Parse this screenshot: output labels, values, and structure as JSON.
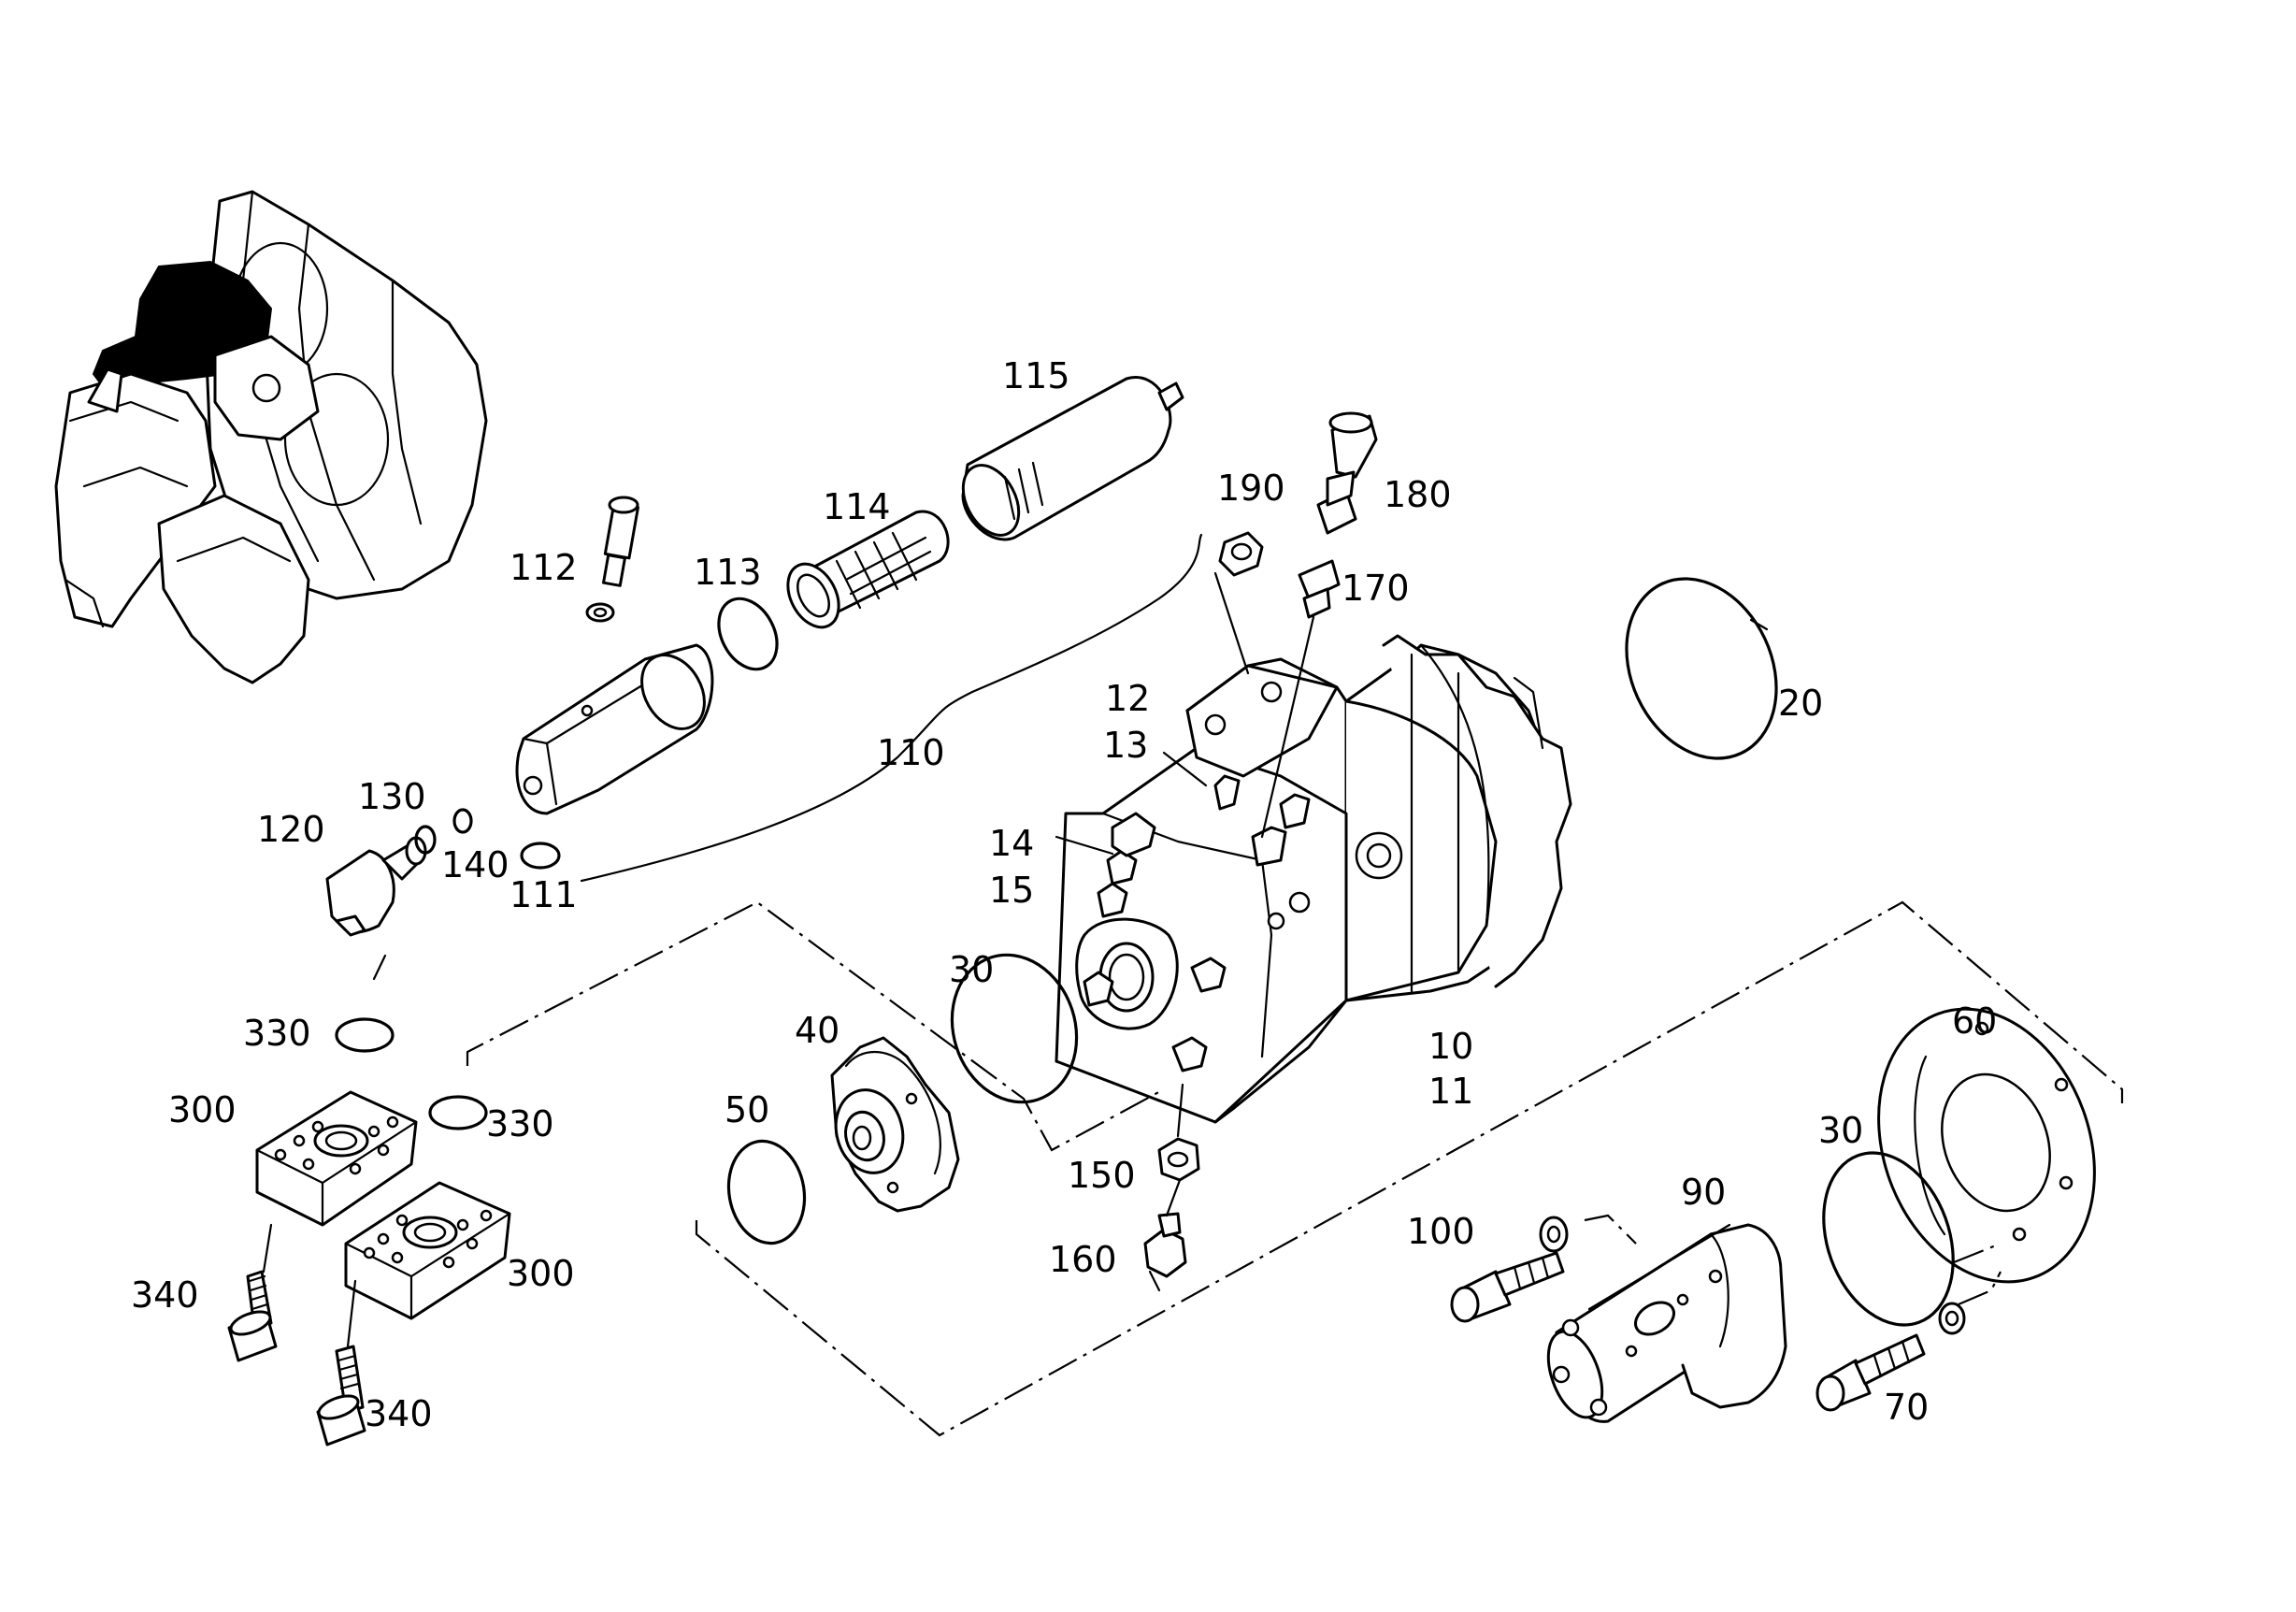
{
  "diagram": {
    "callouts": [
      {
        "id": "115",
        "label": "115"
      },
      {
        "id": "114",
        "label": "114"
      },
      {
        "id": "190",
        "label": "190"
      },
      {
        "id": "180",
        "label": "180"
      },
      {
        "id": "112",
        "label": "112"
      },
      {
        "id": "113",
        "label": "113"
      },
      {
        "id": "170",
        "label": "170"
      },
      {
        "id": "20",
        "label": "20"
      },
      {
        "id": "12",
        "label": "12"
      },
      {
        "id": "13",
        "label": "13"
      },
      {
        "id": "110",
        "label": "110"
      },
      {
        "id": "130",
        "label": "130"
      },
      {
        "id": "120",
        "label": "120"
      },
      {
        "id": "140",
        "label": "140"
      },
      {
        "id": "111",
        "label": "111"
      },
      {
        "id": "14",
        "label": "14"
      },
      {
        "id": "15",
        "label": "15"
      },
      {
        "id": "30a",
        "label": "30"
      },
      {
        "id": "330a",
        "label": "330"
      },
      {
        "id": "40",
        "label": "40"
      },
      {
        "id": "10",
        "label": "10"
      },
      {
        "id": "11",
        "label": "11"
      },
      {
        "id": "60",
        "label": "60"
      },
      {
        "id": "300a",
        "label": "300"
      },
      {
        "id": "330b",
        "label": "330"
      },
      {
        "id": "50",
        "label": "50"
      },
      {
        "id": "30b",
        "label": "30"
      },
      {
        "id": "150",
        "label": "150"
      },
      {
        "id": "90",
        "label": "90"
      },
      {
        "id": "100",
        "label": "100"
      },
      {
        "id": "160",
        "label": "160"
      },
      {
        "id": "300b",
        "label": "300"
      },
      {
        "id": "340a",
        "label": "340"
      },
      {
        "id": "340b",
        "label": "340"
      },
      {
        "id": "70",
        "label": "70"
      }
    ]
  }
}
